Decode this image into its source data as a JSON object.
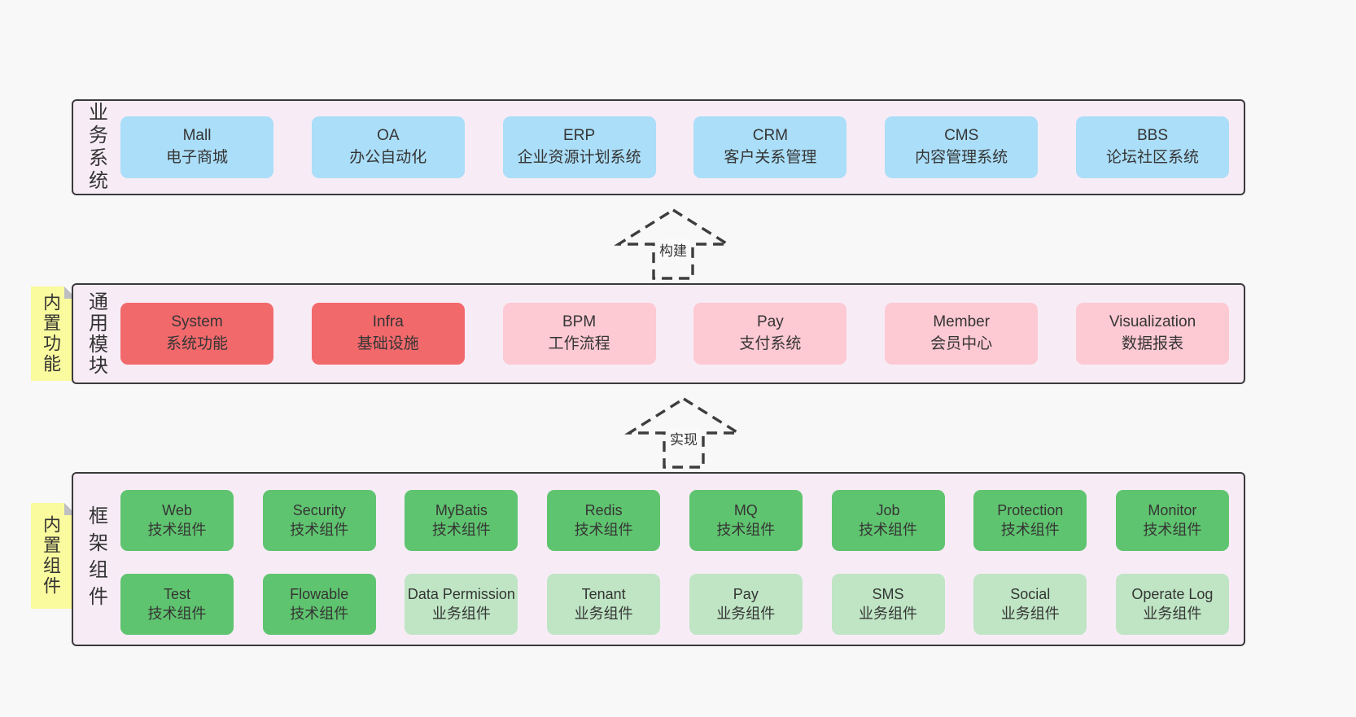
{
  "colors": {
    "page_bg": "#f8f8f8",
    "container_bg": "#f7ecf6",
    "container_border": "#3a3a3a",
    "box_blue": "#abdef8",
    "box_red": "#f2696c",
    "box_pink": "#fdc9d3",
    "box_green_dark": "#5fc46f",
    "box_green_light": "#bfe5c4",
    "sticky_yellow": "#fafa9e",
    "text": "#333333"
  },
  "layers": [
    {
      "title": "业务系统",
      "boxes": [
        {
          "name": "Mall",
          "subtitle": "电子商城"
        },
        {
          "name": "OA",
          "subtitle": "办公自动化"
        },
        {
          "name": "ERP",
          "subtitle": "企业资源计划系统"
        },
        {
          "name": "CRM",
          "subtitle": "客户关系管理"
        },
        {
          "name": "CMS",
          "subtitle": "内容管理系统"
        },
        {
          "name": "BBS",
          "subtitle": "论坛社区系统"
        }
      ]
    },
    {
      "title": "通用模块",
      "sticky": "内置功能",
      "boxes": [
        {
          "name": "System",
          "subtitle": "系统功能"
        },
        {
          "name": "Infra",
          "subtitle": "基础设施"
        },
        {
          "name": "BPM",
          "subtitle": "工作流程"
        },
        {
          "name": "Pay",
          "subtitle": "支付系统"
        },
        {
          "name": "Member",
          "subtitle": "会员中心"
        },
        {
          "name": "Visualization",
          "subtitle": "数据报表"
        }
      ]
    },
    {
      "title": "框架组件",
      "sticky": "内置组件",
      "boxes": [
        {
          "name": "Web",
          "subtitle": "技术组件"
        },
        {
          "name": "Security",
          "subtitle": "技术组件"
        },
        {
          "name": "MyBatis",
          "subtitle": "技术组件"
        },
        {
          "name": "Redis",
          "subtitle": "技术组件"
        },
        {
          "name": "MQ",
          "subtitle": "技术组件"
        },
        {
          "name": "Job",
          "subtitle": "技术组件"
        },
        {
          "name": "Protection",
          "subtitle": "技术组件"
        },
        {
          "name": "Monitor",
          "subtitle": "技术组件"
        },
        {
          "name": "Test",
          "subtitle": "技术组件"
        },
        {
          "name": "Flowable",
          "subtitle": "技术组件"
        },
        {
          "name": "Data Permission",
          "subtitle": "业务组件"
        },
        {
          "name": "Tenant",
          "subtitle": "业务组件"
        },
        {
          "name": "Pay",
          "subtitle": "业务组件"
        },
        {
          "name": "SMS",
          "subtitle": "业务组件"
        },
        {
          "name": "Social",
          "subtitle": "业务组件"
        },
        {
          "name": "Operate Log",
          "subtitle": "业务组件"
        }
      ]
    }
  ],
  "arrows": [
    {
      "label": "构建"
    },
    {
      "label": "实现"
    }
  ]
}
